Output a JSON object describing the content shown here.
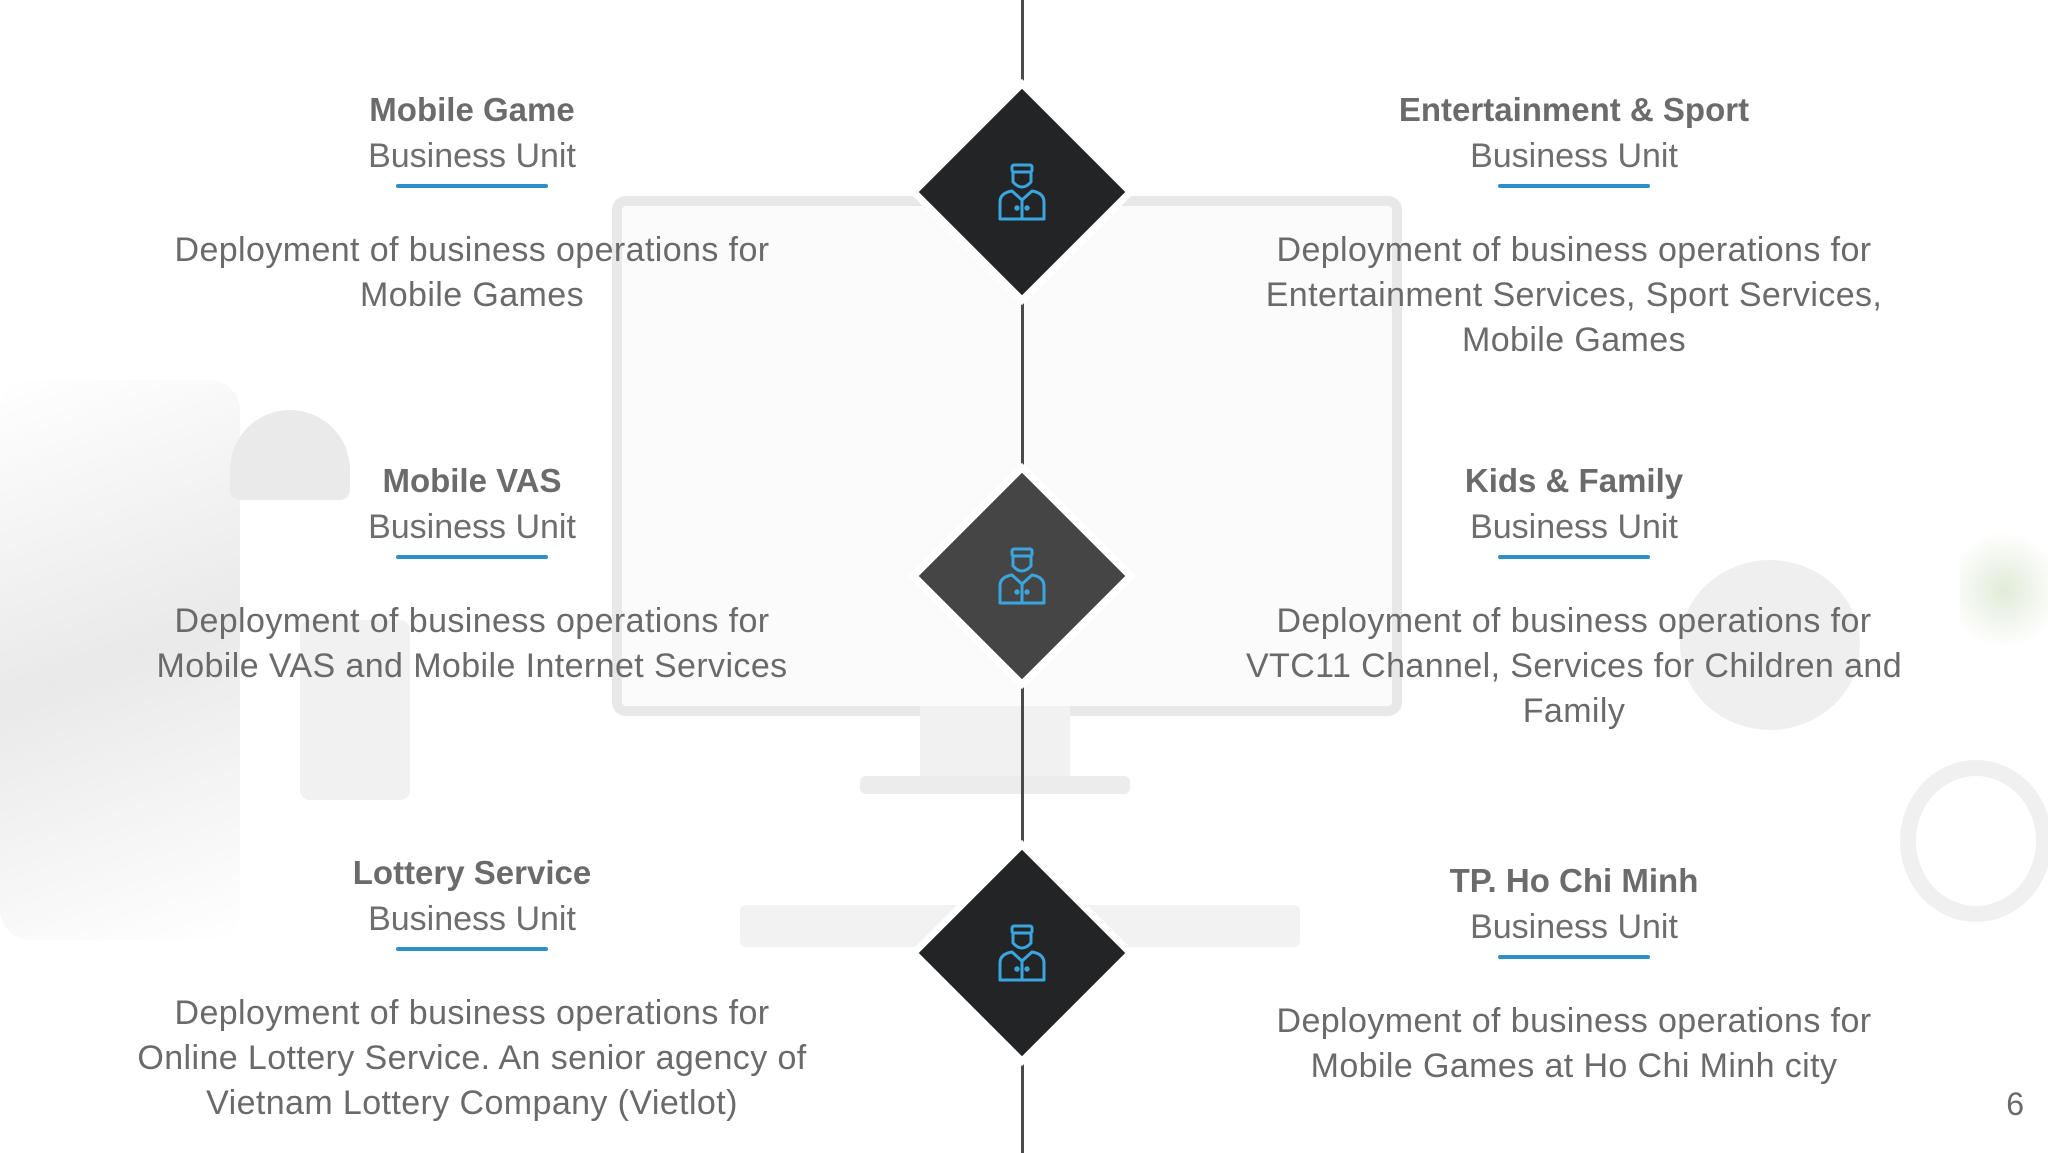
{
  "entries": [
    {
      "title": "Mobile Game",
      "subtitle": "Business Unit",
      "description": "Deployment of business operations for Mobile Games"
    },
    {
      "title": "Entertainment & Sport",
      "subtitle": "Business Unit",
      "description": "Deployment of business operations for Entertainment Services, Sport Services, Mobile Games"
    },
    {
      "title": "Mobile VAS",
      "subtitle": "Business Unit",
      "description": "Deployment of business operations for Mobile VAS and Mobile Internet Services"
    },
    {
      "title": "Kids & Family",
      "subtitle": "Business Unit",
      "description": "Deployment of business operations for VTC11 Channel, Services for Children and Family"
    },
    {
      "title": "Lottery Service",
      "subtitle": "Business Unit",
      "description": "Deployment of business operations for Online Lottery Service. An senior agency of Vietnam Lottery Company (Vietlot)"
    },
    {
      "title": "TP. Ho Chi Minh",
      "subtitle": "Business Unit",
      "description": "Deployment of business operations for Mobile Games at Ho Chi Minh city"
    }
  ],
  "nodes": [
    {
      "icon": "staff-person-icon"
    },
    {
      "icon": "staff-person-icon"
    },
    {
      "icon": "staff-person-icon"
    }
  ],
  "colors": {
    "accent": "#2e8fc8",
    "node_dark": "#232426",
    "node_mid": "#454545",
    "text": "#6b6b6b"
  },
  "page_number": "6"
}
